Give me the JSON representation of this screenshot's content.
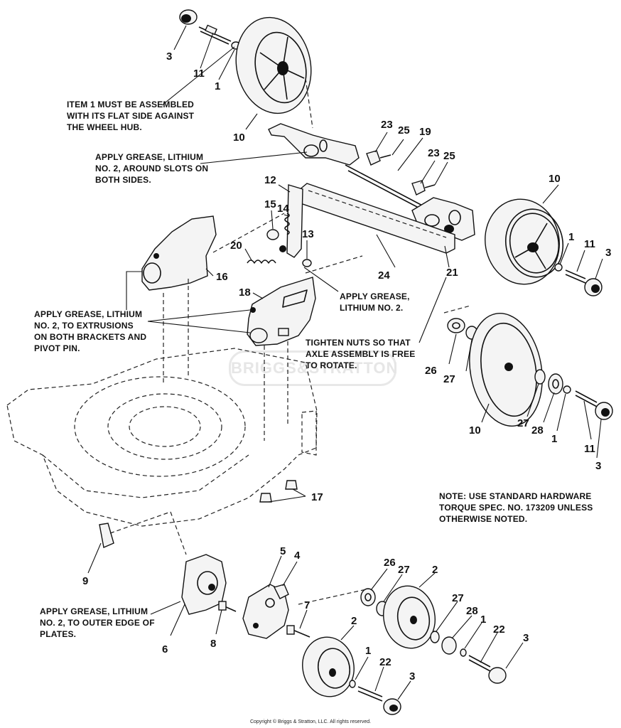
{
  "notes": {
    "item1_flat_side": "ITEM 1 MUST BE ASSEMBLED\nWITH ITS FLAT SIDE AGAINST\nTHE WHEEL HUB.",
    "grease_slots": "APPLY GREASE, LITHIUM\nNO. 2, AROUND SLOTS ON\nBOTH SIDES.",
    "grease_lithium": "APPLY GREASE,\nLITHIUM NO. 2.",
    "grease_extrusions": "APPLY GREASE, LITHIUM\nNO. 2, TO EXTRUSIONS\nON BOTH BRACKETS AND\nPIVOT PIN.",
    "tighten_nuts": "TIGHTEN NUTS SO THAT\nAXLE ASSEMBLY IS FREE\nTO ROTATE.",
    "hardware_note": "NOTE: USE STANDARD HARDWARE\nTORQUE SPEC. NO. 173209 UNLESS\nOTHERWISE NOTED.",
    "grease_plates": "APPLY GREASE, LITHIUM\nNO. 2, TO OUTER EDGE OF\nPLATES."
  },
  "watermark": "BRIGGS&STRATTON",
  "copyright": "Copyright © Briggs & Stratton, LLC. All rights reserved.",
  "callouts": [
    {
      "id": "c3-top",
      "text": "3"
    },
    {
      "id": "c11-top",
      "text": "11"
    },
    {
      "id": "c1-top",
      "text": "1"
    },
    {
      "id": "c10-top",
      "text": "10"
    },
    {
      "id": "c23-a",
      "text": "23"
    },
    {
      "id": "c25-a",
      "text": "25"
    },
    {
      "id": "c19",
      "text": "19"
    },
    {
      "id": "c23-b",
      "text": "23"
    },
    {
      "id": "c25-b",
      "text": "25"
    },
    {
      "id": "c12",
      "text": "12"
    },
    {
      "id": "c15",
      "text": "15"
    },
    {
      "id": "c14",
      "text": "14"
    },
    {
      "id": "c13",
      "text": "13"
    },
    {
      "id": "c20",
      "text": "20"
    },
    {
      "id": "c16",
      "text": "16"
    },
    {
      "id": "c18",
      "text": "18"
    },
    {
      "id": "c24",
      "text": "24"
    },
    {
      "id": "c21",
      "text": "21"
    },
    {
      "id": "c10-right",
      "text": "10"
    },
    {
      "id": "c1-right",
      "text": "1"
    },
    {
      "id": "c11-right",
      "text": "11"
    },
    {
      "id": "c3-right",
      "text": "3"
    },
    {
      "id": "c26-right",
      "text": "26"
    },
    {
      "id": "c27-right-a",
      "text": "27"
    },
    {
      "id": "c10-mid",
      "text": "10"
    },
    {
      "id": "c27-right-b",
      "text": "27"
    },
    {
      "id": "c28-right",
      "text": "28"
    },
    {
      "id": "c1-mid",
      "text": "1"
    },
    {
      "id": "c11-mid",
      "text": "11"
    },
    {
      "id": "c3-mid",
      "text": "3"
    },
    {
      "id": "c17",
      "text": "17"
    },
    {
      "id": "c9",
      "text": "9"
    },
    {
      "id": "c5",
      "text": "5"
    },
    {
      "id": "c4",
      "text": "4"
    },
    {
      "id": "c26-bot",
      "text": "26"
    },
    {
      "id": "c27-bot-a",
      "text": "27"
    },
    {
      "id": "c2-bot-a",
      "text": "2"
    },
    {
      "id": "c7",
      "text": "7"
    },
    {
      "id": "c27-bot-b",
      "text": "27"
    },
    {
      "id": "c28-bot",
      "text": "28"
    },
    {
      "id": "c1-bot-a",
      "text": "1"
    },
    {
      "id": "c22-a",
      "text": "22"
    },
    {
      "id": "c3-bot-a",
      "text": "3"
    },
    {
      "id": "c6",
      "text": "6"
    },
    {
      "id": "c8",
      "text": "8"
    },
    {
      "id": "c2-bot-b",
      "text": "2"
    },
    {
      "id": "c1-bot-b",
      "text": "1"
    },
    {
      "id": "c22-b",
      "text": "22"
    },
    {
      "id": "c3-bot-b",
      "text": "3"
    }
  ]
}
